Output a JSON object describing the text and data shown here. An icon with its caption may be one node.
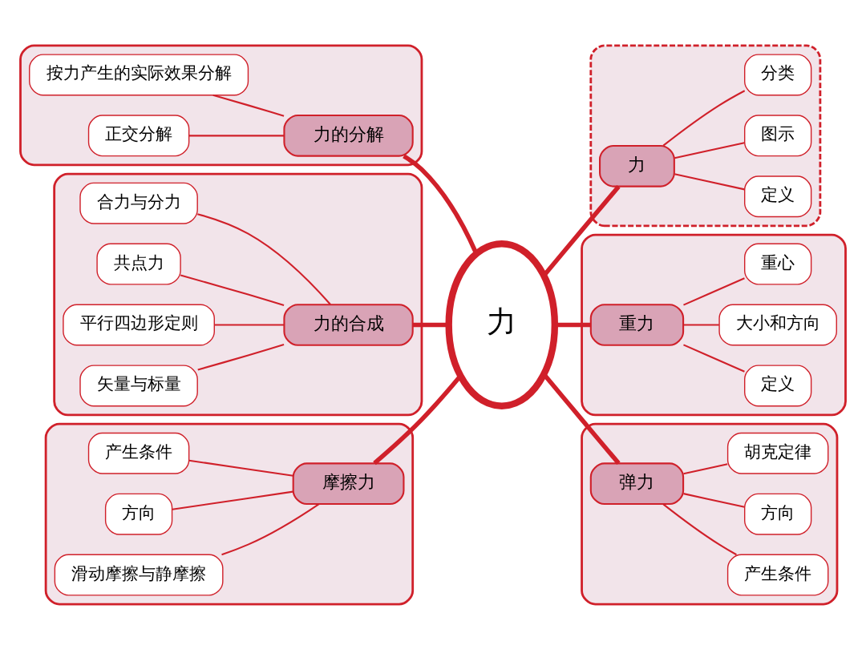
{
  "diagram": {
    "nodes": [
      {
        "text": [
          "力"
        ]
      },
      {
        "text": [],
        "shape": "box"
      },
      {
        "text": [
          "力的分解"
        ],
        "in": 1
      },
      {
        "text": [
          "按力产生的实际效果分解"
        ],
        "in": 1
      },
      {
        "text": [
          "正交分解"
        ],
        "in": 1
      },
      {
        "text": [],
        "shape": "cloud"
      },
      {
        "text": [
          "力"
        ],
        "in": 5
      },
      {
        "text": [
          "定义"
        ],
        "in": 5
      },
      {
        "text": [
          "图示"
        ],
        "in": 5
      },
      {
        "text": [
          "分类"
        ],
        "in": 5
      },
      {
        "text": [],
        "shape": "box"
      },
      {
        "text": [
          "力的合成"
        ],
        "in": 10
      },
      {
        "text": [
          "合力与分力"
        ],
        "in": 10
      },
      {
        "text": [
          "共点力"
        ],
        "in": 10
      },
      {
        "text": [
          "平行四边形定则"
        ],
        "in": 10
      },
      {
        "text": [
          "矢量与标量"
        ],
        "in": 10
      },
      {
        "text": [],
        "shape": "box"
      },
      {
        "text": [
          "重力"
        ],
        "in": 16
      },
      {
        "text": [
          "定义"
        ],
        "in": 16
      },
      {
        "text": [
          "大小和方向"
        ],
        "in": 16
      },
      {
        "text": [
          "重心"
        ],
        "in": 16
      },
      {
        "text": [],
        "shape": "box"
      },
      {
        "text": [
          "摩擦力"
        ],
        "in": 21
      },
      {
        "text": [
          "产生条件"
        ],
        "in": 21
      },
      {
        "text": [
          "方向"
        ],
        "in": 21
      },
      {
        "text": [
          "滑动摩擦与静摩擦"
        ],
        "in": 21
      },
      {
        "text": [],
        "shape": "box"
      },
      {
        "text": [
          "弹力"
        ],
        "in": 26
      },
      {
        "text": [
          "产生条件"
        ],
        "in": 26
      },
      {
        "text": [
          "方向"
        ],
        "in": 26
      },
      {
        "text": [
          "胡克定律"
        ],
        "in": 26
      }
    ],
    "edges": [
      {
        "from": 0,
        "to": 2,
        "arrow": "none",
        "style": "thick"
      },
      {
        "from": 2,
        "to": 3,
        "arrow": "none"
      },
      {
        "from": 2,
        "to": 4,
        "arrow": "none"
      },
      {
        "from": 0,
        "to": 6,
        "arrow": "none",
        "style": "thick"
      },
      {
        "from": 6,
        "to": 7,
        "arrow": "none"
      },
      {
        "from": 6,
        "to": 8,
        "arrow": "none"
      },
      {
        "from": 6,
        "to": 9,
        "arrow": "none"
      },
      {
        "from": 0,
        "to": 11,
        "arrow": "none",
        "style": "thick"
      },
      {
        "from": 11,
        "to": 12,
        "arrow": "none"
      },
      {
        "from": 11,
        "to": 13,
        "arrow": "none"
      },
      {
        "from": 11,
        "to": 14,
        "arrow": "none"
      },
      {
        "from": 11,
        "to": 15,
        "arrow": "none"
      },
      {
        "from": 0,
        "to": 17,
        "arrow": "none",
        "style": "thick"
      },
      {
        "from": 17,
        "to": 18,
        "arrow": "none"
      },
      {
        "from": 17,
        "to": 19,
        "arrow": "none"
      },
      {
        "from": 17,
        "to": 20,
        "arrow": "none"
      },
      {
        "from": 0,
        "to": 22,
        "arrow": "none",
        "style": "thick"
      },
      {
        "from": 22,
        "to": 23,
        "arrow": "none"
      },
      {
        "from": 22,
        "to": 24,
        "arrow": "none"
      },
      {
        "from": 22,
        "to": 25,
        "arrow": "none"
      },
      {
        "from": 0,
        "to": 27,
        "arrow": "none",
        "style": "thick"
      },
      {
        "from": 27,
        "to": 28,
        "arrow": "none"
      },
      {
        "from": 27,
        "to": 29,
        "arrow": "none"
      },
      {
        "from": 27,
        "to": 30,
        "arrow": "none"
      }
    ]
  }
}
